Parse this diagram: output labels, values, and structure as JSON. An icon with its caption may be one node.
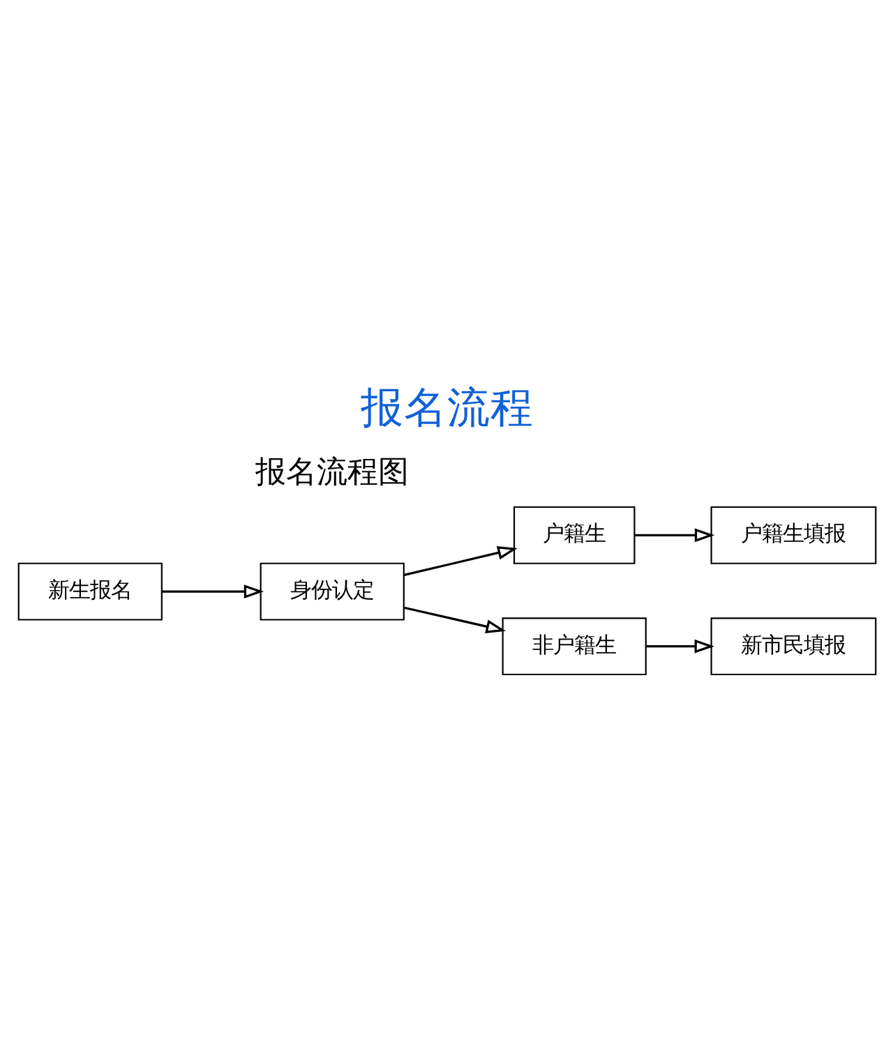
{
  "diagram": {
    "title": "报名流程",
    "nodes": [
      {
        "text": [
          "新生报名"
        ]
      },
      {
        "text": [
          "身份认定"
        ]
      },
      {
        "text": [
          "户籍生"
        ]
      },
      {
        "text": [
          "非户籍生"
        ]
      },
      {
        "text": [
          "户籍生填报"
        ]
      },
      {
        "text": [
          "新市民填报"
        ]
      }
    ],
    "edges": [
      {
        "from": 0,
        "to": 1,
        "arrow": "to"
      },
      {
        "from": 1,
        "to": 2,
        "arrow": "to"
      },
      {
        "from": 1,
        "to": 3,
        "arrow": "to"
      },
      {
        "from": 2,
        "to": 4,
        "arrow": "to"
      },
      {
        "from": 3,
        "to": 5,
        "arrow": "to"
      }
    ],
    "labels": [
      "报名流程图"
    ]
  }
}
